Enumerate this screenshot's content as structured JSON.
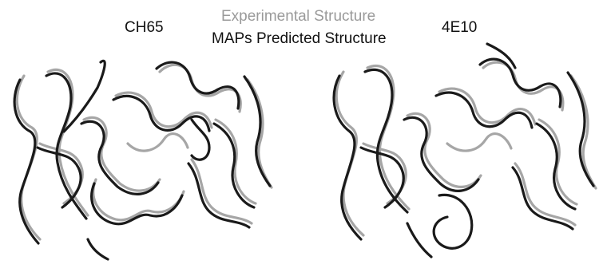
{
  "labels": {
    "left_structure": "CH65",
    "right_structure": "4E10"
  },
  "legend": {
    "experimental": "Experimental Structure",
    "predicted": "MAPs Predicted Structure"
  },
  "colors": {
    "experimental": "#a6a6a6",
    "predicted": "#1a1a1a",
    "background": "#ffffff"
  }
}
